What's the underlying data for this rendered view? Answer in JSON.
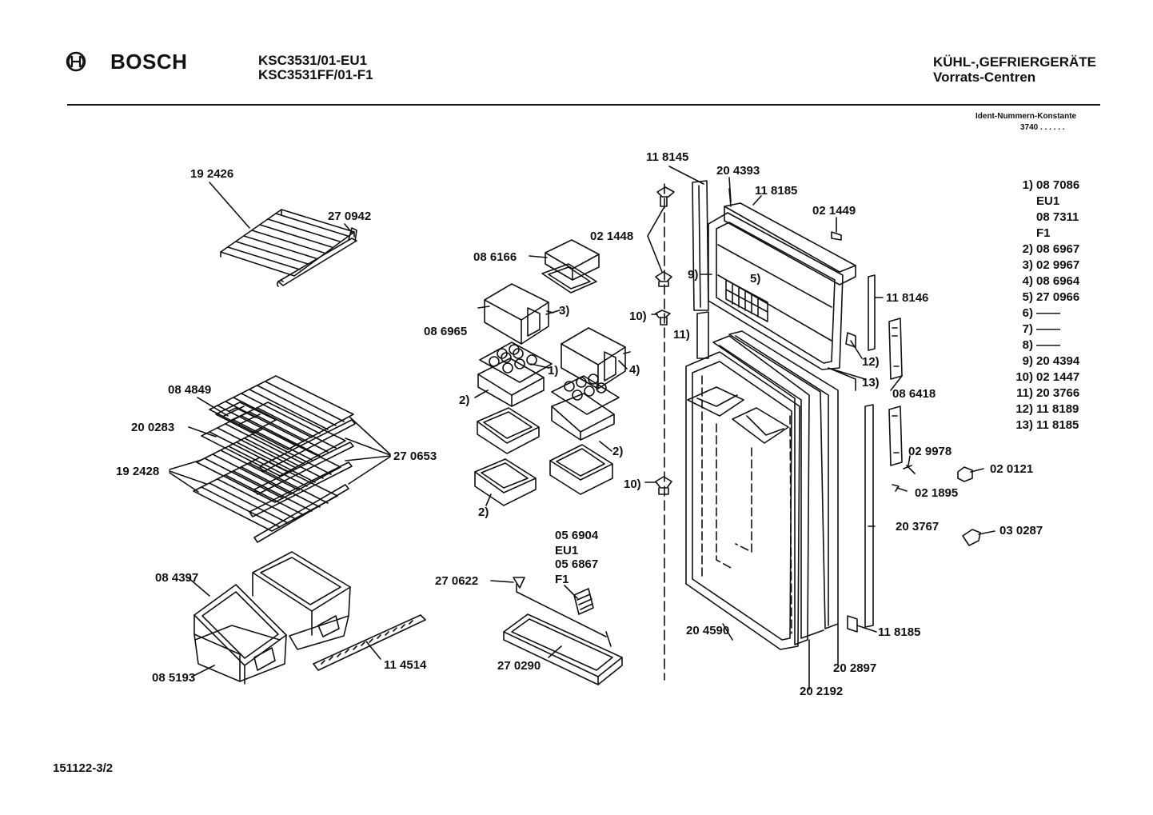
{
  "header": {
    "brand": "BOSCH",
    "model_line_1": "KSC3531/01-EU1",
    "model_line_2": "KSC3531FF/01-F1",
    "category_line_1": "KÜHL-,GEFRIERGERÄTE",
    "category_line_2": "Vorrats-Centren",
    "ident_label": "Ident-Nummern-Konstante",
    "ident_value": "3740  . .   . . . ."
  },
  "parts": {
    "p192426": "19 2426",
    "p270942": "27 0942",
    "p086166": "08 6166",
    "p086965": "08 6965",
    "n3": "3)",
    "n1": "1)",
    "n4": "4)",
    "n2a": "2)",
    "n2b": "2)",
    "n2c": "2)",
    "p084849": "08 4849",
    "p200283": "20 0283",
    "p192428": "19 2428",
    "p270653": "27 0653",
    "p084397": "08 4397",
    "p085193": "08 5193",
    "p114514": "11 4514",
    "p056904": "05 6904",
    "eu1": "EU1",
    "p056867": "05 6867",
    "f1": "F1",
    "p270622": "27 0622",
    "p270290": "27 0290",
    "p118145": "11 8145",
    "p021448": "02 1448",
    "p204393": "20 4393",
    "p118185a": "11 8185",
    "p021449": "02 1449",
    "n9": "9)",
    "n5": "5)",
    "n10a": "10)",
    "n11": "11)",
    "n10b": "10)",
    "p118146": "11 8146",
    "n12": "12)",
    "n13": "13)",
    "p086418": "08 6418",
    "p029978": "02 9978",
    "p020121": "02 0121",
    "p021895": "02 1895",
    "p203767": "20 3767",
    "p030287": "03 0287",
    "p204590": "20 4590",
    "p118185b": "11 8185",
    "p202897": "20 2897",
    "p202192": "20 2192"
  },
  "legend": [
    {
      "num": "1)",
      "value": "08 7086"
    },
    {
      "num": "",
      "value": "EU1"
    },
    {
      "num": "",
      "value": "08 7311"
    },
    {
      "num": "",
      "value": "F1"
    },
    {
      "num": "2)",
      "value": "08 6967"
    },
    {
      "num": "3)",
      "value": "02 9967"
    },
    {
      "num": "4)",
      "value": "08 6964"
    },
    {
      "num": "5)",
      "value": "27 0966"
    },
    {
      "num": "6)",
      "value": "——"
    },
    {
      "num": "7)",
      "value": "——"
    },
    {
      "num": "8)",
      "value": "——"
    },
    {
      "num": "9)",
      "value": "20 4394"
    },
    {
      "num": "10)",
      "value": "02 1447"
    },
    {
      "num": "11)",
      "value": "20 3766"
    },
    {
      "num": "12)",
      "value": "11 8189"
    },
    {
      "num": "13)",
      "value": "11 8185"
    }
  ],
  "footer": {
    "doc_number": "151122-3/2"
  }
}
